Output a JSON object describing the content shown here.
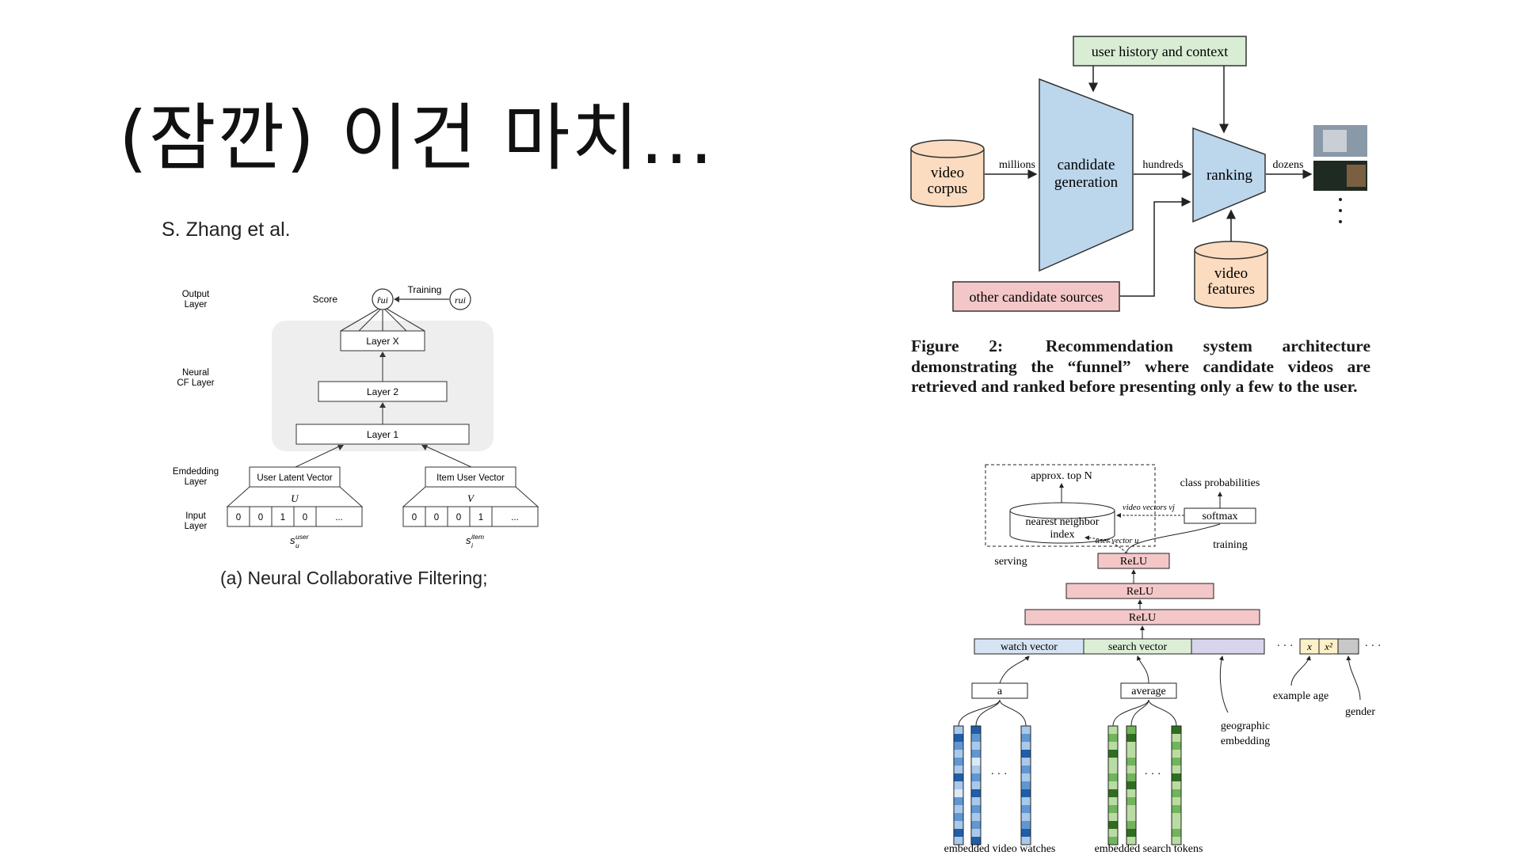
{
  "slide": {
    "title": "(잠깐) 이건 마치...",
    "author": "S. Zhang et al.",
    "caption_a": "(a) Neural Collaborative Filtering;"
  },
  "ncf_diagram": {
    "row_labels": {
      "output": [
        "Output",
        "Layer"
      ],
      "neural": [
        "Neural",
        "CF Layer"
      ],
      "embedding": [
        "Emdedding",
        "Layer"
      ],
      "input": [
        "Input",
        "Layer"
      ]
    },
    "score_label": "Score",
    "training_label": "Training",
    "score_symbol": "r̂ui",
    "target_symbol": "rui",
    "layers": [
      "Layer X",
      "Layer 2",
      "Layer 1"
    ],
    "user_vector": "User Latent Vector",
    "item_vector": "Item User Vector",
    "user_matrix": "U",
    "item_matrix": "V",
    "user_input": [
      "0",
      "0",
      "1",
      "0",
      "..."
    ],
    "item_input": [
      "0",
      "0",
      "0",
      "1",
      "..."
    ],
    "user_sub": "s",
    "user_sup": "user",
    "user_idx": "u",
    "item_sub": "s",
    "item_sup": "item",
    "item_idx": "i"
  },
  "funnel_diagram": {
    "context": "user history and context",
    "corpus": [
      "video",
      "corpus"
    ],
    "millions": "millions",
    "candidate": [
      "candidate",
      "generation"
    ],
    "hundreds": "hundreds",
    "ranking": "ranking",
    "dozens": "dozens",
    "other_sources": "other candidate sources",
    "video_features": [
      "video",
      "features"
    ],
    "caption_label": "Figure 2:",
    "caption_text": "Recommendation system architecture demonstrating the “funnel” where candidate videos are retrieved and ranked before presenting only a few to the user.",
    "colors": {
      "green": "#d8edd3",
      "blue": "#bcd6ec",
      "pink": "#f3c7c8",
      "peach": "#fbdcc0"
    }
  },
  "yt_diagram": {
    "approx_top": "approx. top N",
    "nearest": [
      "nearest neighbor",
      "index"
    ],
    "video_vectors": "video vectors vj",
    "user_vector": "user vector u",
    "class_prob": "class probabilities",
    "softmax": "softmax",
    "training": "training",
    "serving": "serving",
    "relu": [
      "ReLU",
      "ReLU",
      "ReLU"
    ],
    "watch_vector": "watch vector",
    "search_vector": "search vector",
    "dots": "· · ·",
    "x": "x",
    "x2": "x²",
    "average": "average",
    "example_age": "example age",
    "gender": "gender",
    "geographic": [
      "geographic",
      "embedding"
    ],
    "embedded_watches": "embedded video watches",
    "embedded_tokens": "embedded search tokens"
  }
}
